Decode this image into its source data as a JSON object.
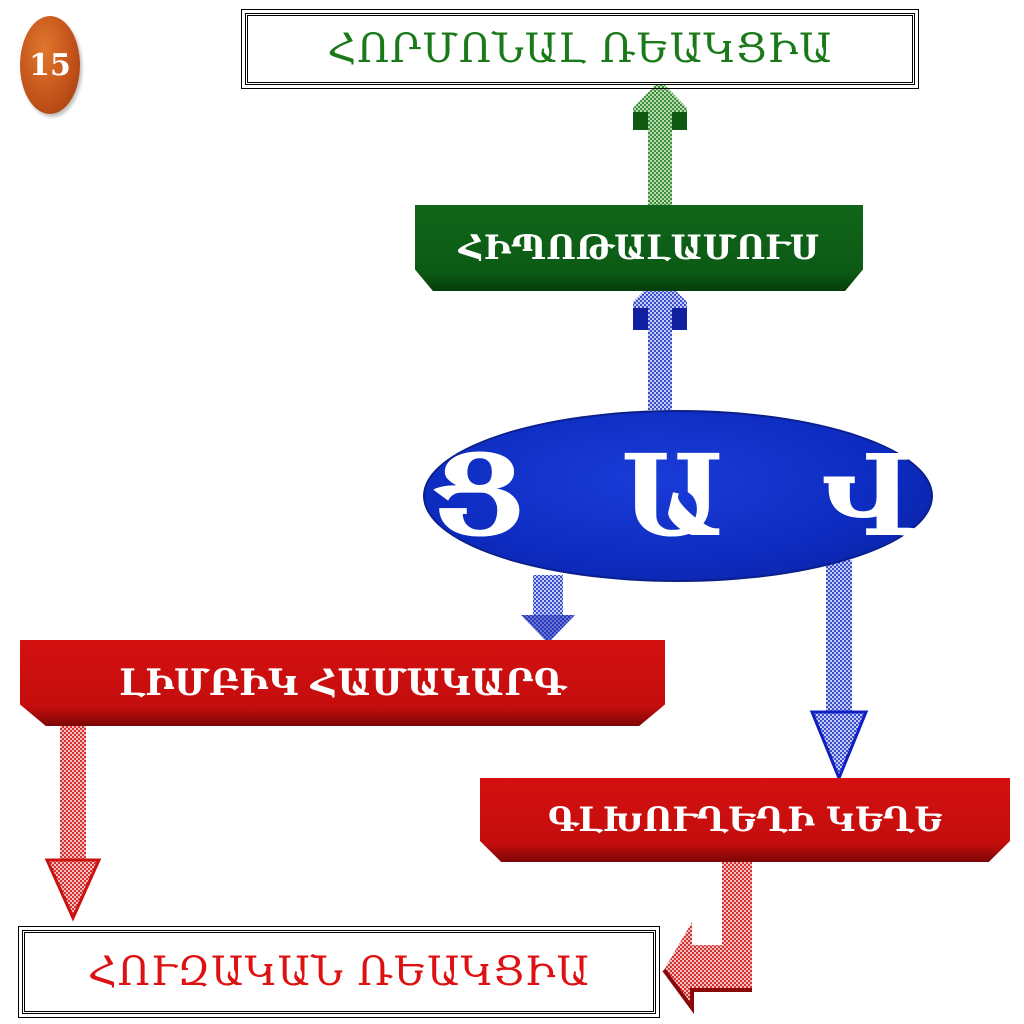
{
  "slide_number": "15",
  "hormonal_reaction": "ՀՈՐՄՈՆԱԼ ՌԵԱԿՑԻԱ",
  "hypothalamus": "ՀԻՊՈԹԱԼԱՄՈՒՍ",
  "center": "Ց Ա Վ",
  "limbic_system": "ԼԻՄԲԻԿ ՀԱՄԱԿԱՐԳ",
  "cerebral_cortex": "ԳԼԽՈՒՂԵՂԻ ԿԵՂԵ",
  "emotional_reaction": "ՀՈՒԶԱԿԱՆ ՌԵԱԿՑԻԱ",
  "colors": {
    "green": "#0c5a14",
    "blue": "#0d2bbf",
    "red": "#c40d0d",
    "badge": "#c4531a"
  }
}
